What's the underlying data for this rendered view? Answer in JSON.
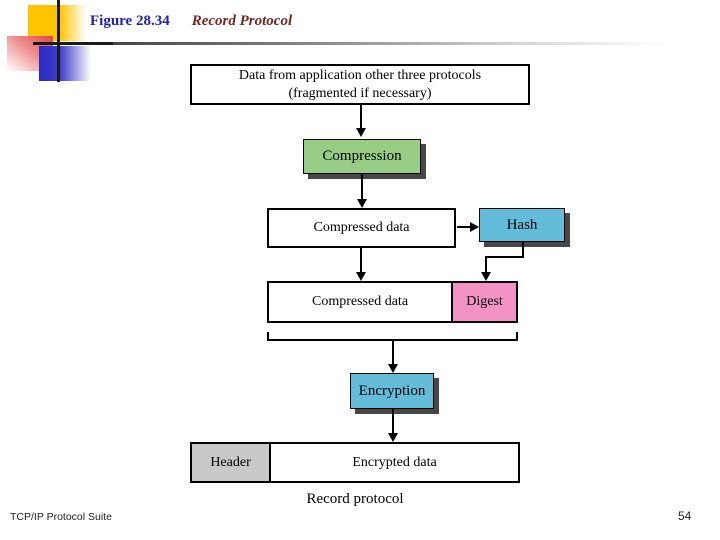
{
  "header": {
    "figure_label": "Figure 28.34",
    "figure_title": "Record Protocol"
  },
  "diagram": {
    "app_data_box": {
      "line1": "Data from application other three protocols",
      "line2": "(fragmented if necessary)"
    },
    "compression_label": "Compression",
    "compressed_data_label": "Compressed data",
    "hash_label": "Hash",
    "compressed_data2_label": "Compressed data",
    "digest_label": "Digest",
    "encryption_label": "Encryption",
    "header_label": "Header",
    "encrypted_data_label": "Encrypted data",
    "record_protocol_caption": "Record protocol"
  },
  "footer": {
    "left_text": "TCP/IP Protocol Suite",
    "page_number": "54"
  },
  "colors": {
    "compression_green": "#97cd85",
    "hash_blue": "#63bcda",
    "encryption_blue": "#63bcda",
    "digest_pink": "#f292c5",
    "header_gray": "#c9c9c9",
    "shadow_gray": "#474747",
    "title_blue": "#2020b8",
    "title_red": "#772420"
  }
}
